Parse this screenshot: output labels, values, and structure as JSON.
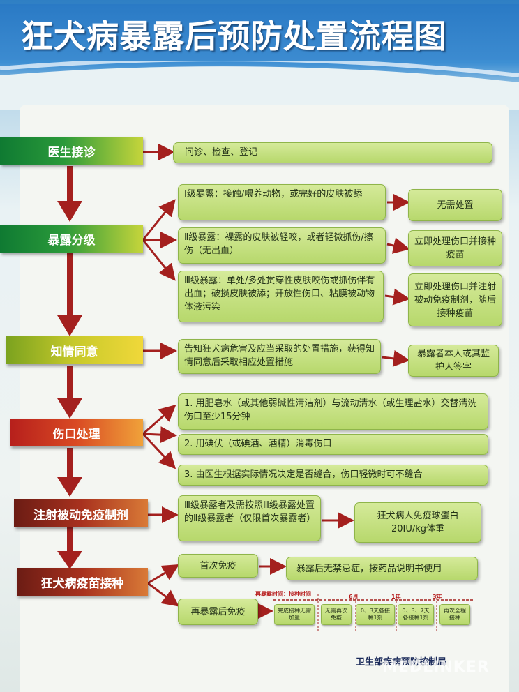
{
  "title": "狂犬病暴露后预防处置流程图",
  "steps": {
    "doctor": "医生接诊",
    "grading": "暴露分级",
    "consent": "知情同意",
    "wound": "伤口处理",
    "serum": "注射被动免疫制剂",
    "vaccine": "狂犬病疫苗接种"
  },
  "boxes": {
    "exam": "问诊、检查、登记",
    "g1": "Ⅰ级暴露：接触/喂养动物，或完好的皮肤被舔",
    "g1_action": "无需处置",
    "g2": "Ⅱ级暴露：裸露的皮肤被轻咬，或者轻微抓伤/擦伤（无出血）",
    "g2_action": "立即处理伤口并接种疫苗",
    "g3": "Ⅲ级暴露：单处/多处贯穿性皮肤咬伤或抓伤伴有出血；破损皮肤被舔；开放性伤口、粘膜被动物体液污染",
    "g3_action": "立即处理伤口并注射被动免疫制剂，随后接种疫苗",
    "consent_text": "告知狂犬病危害及应当采取的处置措施，获得知情同意后采取相应处置措施",
    "consent_sign": "暴露者本人或其监护人签字",
    "wound1": "1. 用肥皂水（或其他弱碱性清洁剂）与流动清水（或生理盐水）交替清洗伤口至少15分钟",
    "wound2": "2. 用碘伏（或碘酒、酒精）消毒伤口",
    "wound3": "3. 由医生根据实际情况决定是否缝合，伤口轻微时可不缝合",
    "serum_target": "Ⅲ级暴露者及需按照Ⅲ级暴露处置的Ⅱ级暴露者（仅限首次暴露者）",
    "serum_dose": "狂犬病人免疫球蛋白20IU/kg体重",
    "first": "首次免疫",
    "first_note": "暴露后无禁忌症，按药品说明书使用",
    "re": "再暴露后免疫"
  },
  "timeline": {
    "header": "再暴露时间：接种时间",
    "marks": [
      "6月",
      "1年",
      "3年"
    ],
    "cells": [
      "完成接种无需加量",
      "无需再次免疫",
      "0、3天各接种1剂",
      "0、3、7天各接种1剂",
      "再次全程接种"
    ]
  },
  "footer": "卫生部疾病预防控制局",
  "watermark": "MEDLINKER",
  "colors": {
    "arrow": "#a4201e",
    "box": "#c5e07f",
    "title_bg": "#2f7fc4"
  }
}
